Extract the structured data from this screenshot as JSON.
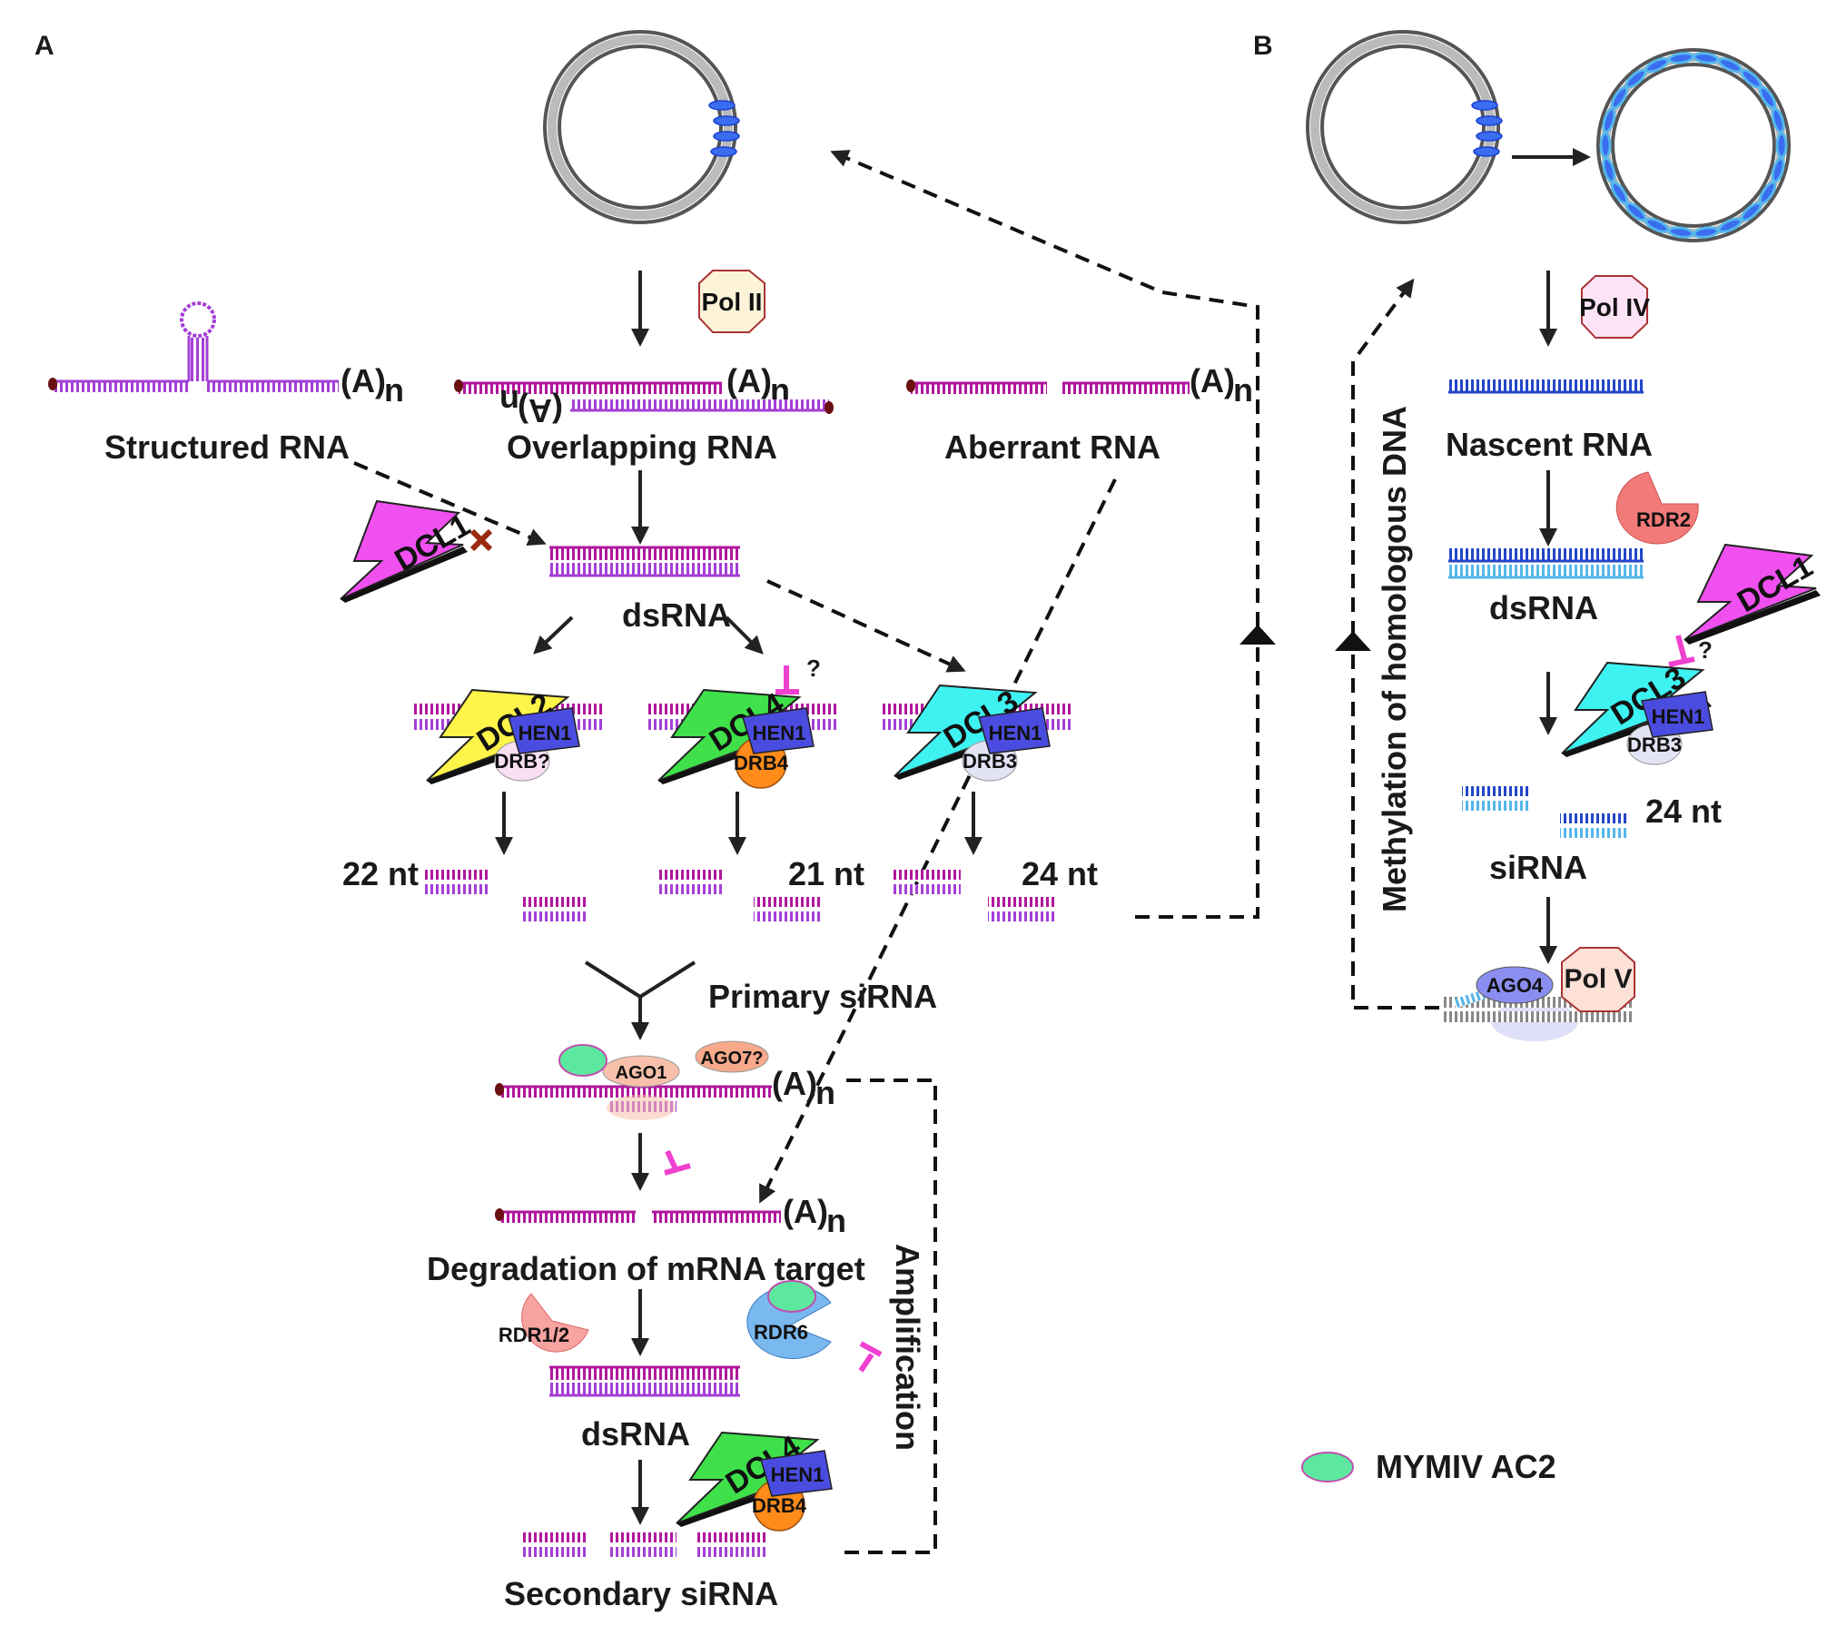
{
  "panels": {
    "a": "A",
    "b": "B"
  },
  "panel_a": {
    "pol2": "Pol II",
    "polya": "(A)",
    "polya_sub": "n",
    "structured_rna": "Structured RNA",
    "overlapping_rna": "Overlapping RNA",
    "aberrant_rna": "Aberrant RNA",
    "dcl1": "DCL1",
    "dsrna": "dsRNA",
    "dcl2": "DCL2",
    "dcl4": "DCL4",
    "dcl3": "DCL3",
    "hen1": "HEN1",
    "drb_unknown": "DRB?",
    "drb4": "DRB4",
    "drb3": "DRB3",
    "question": "?",
    "nt22": "22 nt",
    "nt21": "21 nt",
    "nt24": "24 nt",
    "primary_sirna": "Primary siRNA",
    "ago1": "AGO1",
    "ago7": "AGO7?",
    "degradation": "Degradation of mRNA target",
    "rdr12": "RDR1/2",
    "rdr6": "RDR6",
    "dsrna2": "dsRNA",
    "secondary_sirna": "Secondary siRNA",
    "amplification": "Amplification"
  },
  "panel_b": {
    "pol4": "Pol IV",
    "nascent_rna": "Nascent RNA",
    "rdr2": "RDR2",
    "dsrna": "dsRNA",
    "dcl1": "DCL1",
    "dcl3": "DCL3",
    "hen1": "HEN1",
    "drb3": "DRB3",
    "question": "?",
    "nt24": "24 nt",
    "sirna": "siRNA",
    "ago4": "AGO4",
    "pol5": "Pol V",
    "methylation": "Methylation of homologous DNA"
  },
  "legend": {
    "label": "MYMIV AC2"
  },
  "colors": {
    "rna_magenta": "#b0179e",
    "rna_purple": "#a43fd6",
    "nascent_blue": "#2346c8",
    "light_blue": "#55b6ea",
    "inhibit_pink": "#f040d0",
    "dcl1_pink": "#f050f0",
    "dcl2_yellow": "#fff44a",
    "dcl4_green": "#3fe04a",
    "dcl3_cyan": "#3ff2f2",
    "hen1_blue": "#4a4ce0",
    "drb4_orange": "#ff8c1a",
    "rdr_salmon": "#f27a78",
    "rdr6_blue": "#7ab8f0",
    "ac2_green": "#5de8a0",
    "cross_brown": "#9a2a10"
  }
}
